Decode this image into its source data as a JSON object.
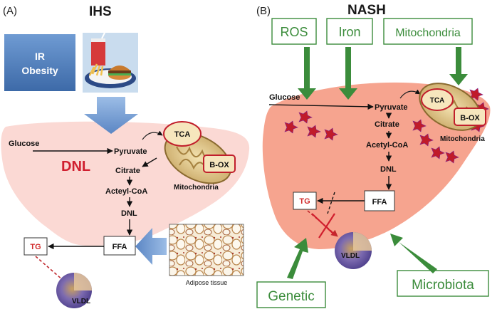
{
  "panel_a": {
    "label": "(A)",
    "title": "IHS",
    "ir_obesity": [
      "IR",
      "Obesity"
    ],
    "dnl": "DNL",
    "pathway": {
      "glucose": "Glucose",
      "pyruvate": "Pyruvate",
      "citrate": "Citrate",
      "acetyl_coa": "Acteyl-CoA",
      "dnl": "DNL",
      "ffa": "FFA",
      "tg": "TG",
      "vldl": "VLDL"
    },
    "tca": "TCA",
    "box": "B-OX",
    "mitochondria": "Mitochondria",
    "adipose": "Adipose tissue"
  },
  "panel_b": {
    "label": "(B)",
    "title": "NASH",
    "factors": {
      "ros": "ROS",
      "iron": "Iron",
      "mitochondria": "Mitochondria",
      "genetic": "Genetic",
      "microbiota": "Microbiota"
    },
    "pathway": {
      "glucose": "Glucose",
      "pyruvate": "Pyruvate",
      "citrate": "Citrate",
      "acetyl_coa": "Acetyl-CoA",
      "dnl": "DNL",
      "ffa": "FFA",
      "tg": "TG",
      "vldl": "VLDL"
    },
    "tca": "TCA",
    "box": "B-OX",
    "mitochondria": "Mitochondria"
  },
  "colors": {
    "liver_a": "#fbd9d4",
    "liver_b": "#f6a48f",
    "factor_green": "#3b8c3b",
    "ir_blue": "#4f7fbf",
    "red": "#d01f2f"
  }
}
